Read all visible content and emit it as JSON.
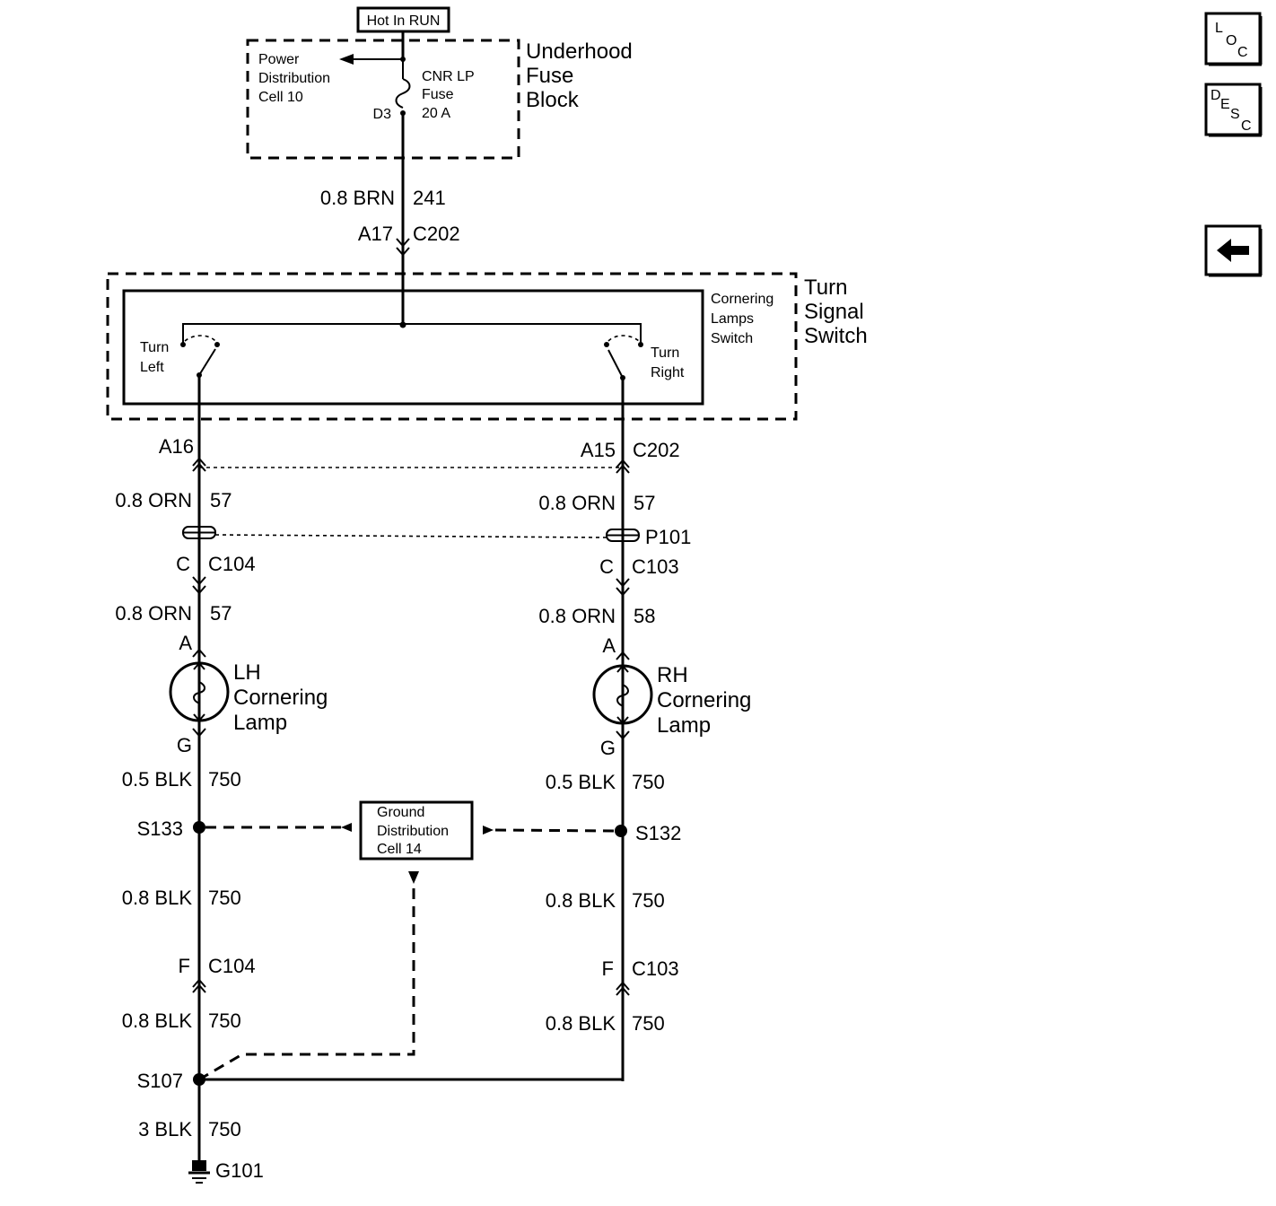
{
  "power": {
    "hot_label": "Hot In RUN",
    "pdc_line1": "Power",
    "pdc_line2": "Distribution",
    "pdc_line3": "Cell 10",
    "fuse_line1": "CNR LP",
    "fuse_line2": "Fuse",
    "fuse_line3": "20 A",
    "fuse_pin": "D3",
    "block_line1": "Underhood",
    "block_line2": "Fuse",
    "block_line3": "Block"
  },
  "feed": {
    "wire": "0.8 BRN",
    "circuit": "241",
    "pin": "A17",
    "connector": "C202"
  },
  "switch": {
    "inner_line1": "Cornering",
    "inner_line2": "Lamps",
    "inner_line3": "Switch",
    "outer_line1": "Turn",
    "outer_line2": "Signal",
    "outer_line3": "Switch",
    "left_line1": "Turn",
    "left_line2": "Left",
    "right_line1": "Turn",
    "right_line2": "Right"
  },
  "left": {
    "switch_pin": "A16",
    "w1": "0.8 ORN",
    "c1": "57",
    "conn_pin": "C",
    "conn": "C104",
    "w2": "0.8 ORN",
    "c2": "57",
    "lamp_pin_a": "A",
    "lamp_line1": "LH",
    "lamp_line2": "Cornering",
    "lamp_line3": "Lamp",
    "lamp_pin_g": "G",
    "w3": "0.5 BLK",
    "c3": "750",
    "splice": "S133",
    "w4": "0.8 BLK",
    "c4": "750",
    "conn2_pin": "F",
    "conn2": "C104",
    "w5": "0.8 BLK",
    "c5": "750",
    "splice2": "S107",
    "w6": "3 BLK",
    "c6": "750",
    "ground": "G101"
  },
  "right": {
    "switch_pin": "A15",
    "switch_conn": "C202",
    "w1": "0.8 ORN",
    "c1": "57",
    "passthru": "P101",
    "conn_pin": "C",
    "conn": "C103",
    "w2": "0.8 ORN",
    "c2": "58",
    "lamp_pin_a": "A",
    "lamp_line1": "RH",
    "lamp_line2": "Cornering",
    "lamp_line3": "Lamp",
    "lamp_pin_g": "G",
    "w3": "0.5 BLK",
    "c3": "750",
    "splice": "S132",
    "w4": "0.8 BLK",
    "c4": "750",
    "conn2_pin": "F",
    "conn2": "C103",
    "w5": "0.8 BLK",
    "c5": "750"
  },
  "ground_dist": {
    "line1": "Ground",
    "line2": "Distribution",
    "line3": "Cell 14"
  },
  "nav": {
    "loc": {
      "L": "L",
      "O": "O",
      "C": "C"
    },
    "desc": {
      "D": "D",
      "E": "E",
      "S": "S",
      "C": "C"
    },
    "back_icon": "left-arrow-icon"
  }
}
